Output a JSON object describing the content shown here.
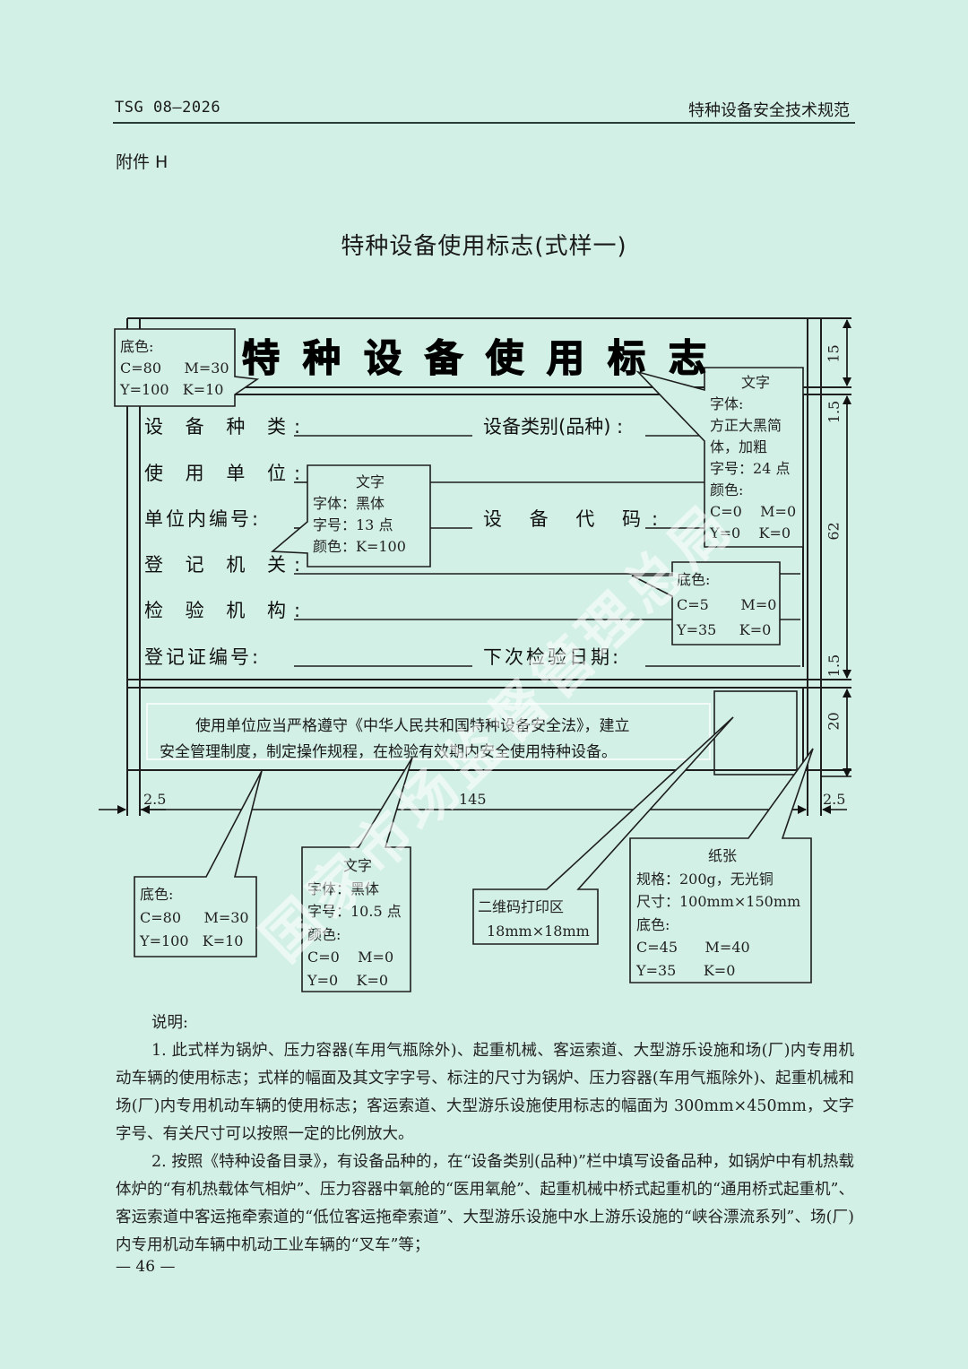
{
  "header": {
    "doc_code": "TSG 08—2026",
    "doc_series": "特种设备安全技术规范"
  },
  "appendix_label": "附件 H",
  "page_title": "特种设备使用标志(式样一)",
  "sign": {
    "title": "特种设备使用标志",
    "fields": [
      {
        "label": "设 备 种 类:"
      },
      {
        "label": "设备类别(品种) :"
      },
      {
        "label": "使 用 单 位:"
      },
      {
        "label": "单位内编号:"
      },
      {
        "label": "设 备 代 码:"
      },
      {
        "label": "登 记 机 关:"
      },
      {
        "label": "检 验 机 构:"
      },
      {
        "label": "登记证编号:"
      },
      {
        "label": "下次检验日期:"
      }
    ],
    "notice_line1": "使用单位应当严格遵守《中华人民共和国特种设备安全法》，建立",
    "notice_line2": "安全管理制度，制定操作规程，在检验有效期内安全使用特种设备。"
  },
  "callouts": {
    "title_bg": {
      "heading": "底色:",
      "row1": "C=80     M=30",
      "row2": "Y=100   K=10"
    },
    "title_text": {
      "heading": "文字",
      "rows": [
        "字体:",
        "方正大黑简",
        "体，加粗",
        "字号：24 点",
        "颜色:",
        "C=0    M=0",
        "Y=0    K=0"
      ]
    },
    "field_text": {
      "heading": "文字",
      "rows": [
        "字体：黑体",
        "字号：13 点",
        "颜色：K=100"
      ]
    },
    "body_bg": {
      "heading": "底色:",
      "row1": "C=5       M=0",
      "row2": "Y=35     K=0"
    },
    "footer_bg": {
      "heading": "底色:",
      "row1": "C=80     M=30",
      "row2": "Y=100   K=10"
    },
    "notice_text": {
      "heading": "文字",
      "rows": [
        "字体：黑体",
        "字号：10.5 点",
        "颜色:",
        "C=0    M=0",
        "Y=0    K=0"
      ]
    },
    "qr_area": {
      "heading": "二维码打印区",
      "row1": "18mm×18mm"
    },
    "paper": {
      "heading": "纸张",
      "rows": [
        "规格：200g，无光铜",
        "尺寸：100mm×150mm",
        "底色:",
        "C=45      M=40",
        "Y=35      K=0"
      ]
    }
  },
  "dimensions": {
    "title_height": "15",
    "gap_top": "1.5",
    "body_height": "62",
    "gap_bottom": "1.5",
    "footer_height": "20",
    "margin_left": "2.5",
    "inner_width": "145",
    "margin_right": "2.5"
  },
  "notes": {
    "heading": "说明:",
    "items": [
      "1. 此式样为锅炉、压力容器(车用气瓶除外)、起重机械、客运索道、大型游乐设施和场(厂)内专用机动车辆的使用标志；式样的幅面及其文字字号、标注的尺寸为锅炉、压力容器(车用气瓶除外)、起重机械和场(厂)内专用机动车辆的使用标志；客运索道、大型游乐设施使用标志的幅面为 300mm×450mm，文字字号、有关尺寸可以按照一定的比例放大。",
      "2. 按照《特种设备目录》，有设备品种的，在“设备类别(品种)”栏中填写设备品种，如锅炉中有机热载体炉的“有机热载体气相炉”、压力容器中氧舱的“医用氧舱”、起重机械中桥式起重机的“通用桥式起重机”、客运索道中客运拖牵索道的“低位客运拖牵索道”、大型游乐设施中水上游乐设施的“峡谷漂流系列”、场(厂)内专用机动车辆中机动工业车辆的“叉车”等；"
    ]
  },
  "page_number": "— 46 —",
  "watermark": "国家市场监督管理总局",
  "colors": {
    "page_bg": "#d2f0e6",
    "line": "#1e1e1e",
    "header_rule": "#2a3d36"
  }
}
